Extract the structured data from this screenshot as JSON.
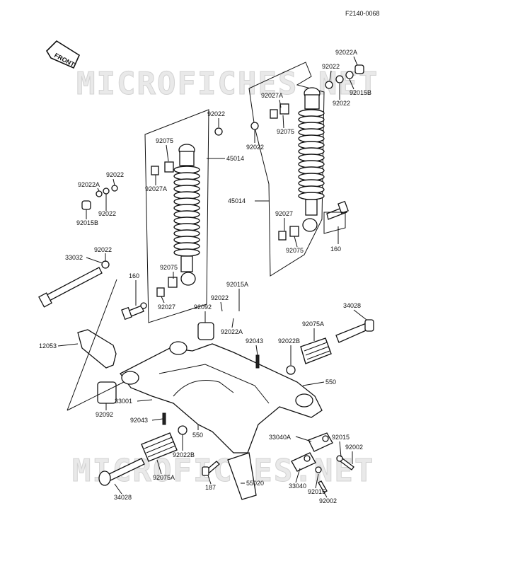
{
  "diagram": {
    "ref": "F2140-0068",
    "front_label": "FRONT",
    "watermark_top": "MICROFICHES.NET",
    "watermark_bottom": "MICROFICHES.NET",
    "callouts": [
      {
        "id": "l01",
        "text": "92022A"
      },
      {
        "id": "l02",
        "text": "92022"
      },
      {
        "id": "l03",
        "text": "92022"
      },
      {
        "id": "l04",
        "text": "92015B"
      },
      {
        "id": "l05",
        "text": "92027A"
      },
      {
        "id": "l06",
        "text": "92075"
      },
      {
        "id": "l07",
        "text": "92022"
      },
      {
        "id": "l08",
        "text": "92022"
      },
      {
        "id": "l09",
        "text": "45014"
      },
      {
        "id": "l10",
        "text": "160"
      },
      {
        "id": "l11",
        "text": "92027"
      },
      {
        "id": "l12",
        "text": "92075"
      },
      {
        "id": "l13",
        "text": "92075"
      },
      {
        "id": "l14",
        "text": "92027A"
      },
      {
        "id": "l15",
        "text": "45014"
      },
      {
        "id": "l16",
        "text": "92022"
      },
      {
        "id": "l17",
        "text": "92022A"
      },
      {
        "id": "l18",
        "text": "92022"
      },
      {
        "id": "l19",
        "text": "92015B"
      },
      {
        "id": "l20",
        "text": "33032"
      },
      {
        "id": "l21",
        "text": "92022"
      },
      {
        "id": "l22",
        "text": "160"
      },
      {
        "id": "l23",
        "text": "92075"
      },
      {
        "id": "l24",
        "text": "92027"
      },
      {
        "id": "l25",
        "text": "92015A"
      },
      {
        "id": "l26",
        "text": "92022"
      },
      {
        "id": "l27",
        "text": "92092"
      },
      {
        "id": "l28",
        "text": "92022A"
      },
      {
        "id": "l29",
        "text": "34028"
      },
      {
        "id": "l30",
        "text": "92075A"
      },
      {
        "id": "l31",
        "text": "12053"
      },
      {
        "id": "l32",
        "text": "92043"
      },
      {
        "id": "l33",
        "text": "92022B"
      },
      {
        "id": "l34",
        "text": "550"
      },
      {
        "id": "l35",
        "text": "33001"
      },
      {
        "id": "l36",
        "text": "92092"
      },
      {
        "id": "l37",
        "text": "92043"
      },
      {
        "id": "l38",
        "text": "550"
      },
      {
        "id": "l39",
        "text": "33040A"
      },
      {
        "id": "l40",
        "text": "92015"
      },
      {
        "id": "l41",
        "text": "92002"
      },
      {
        "id": "l42",
        "text": "92022B"
      },
      {
        "id": "l43",
        "text": "92075A"
      },
      {
        "id": "l44",
        "text": "187"
      },
      {
        "id": "l45",
        "text": "55020"
      },
      {
        "id": "l46",
        "text": "33040"
      },
      {
        "id": "l47",
        "text": "92015"
      },
      {
        "id": "l48",
        "text": "92002"
      },
      {
        "id": "l49",
        "text": "34028"
      }
    ]
  }
}
